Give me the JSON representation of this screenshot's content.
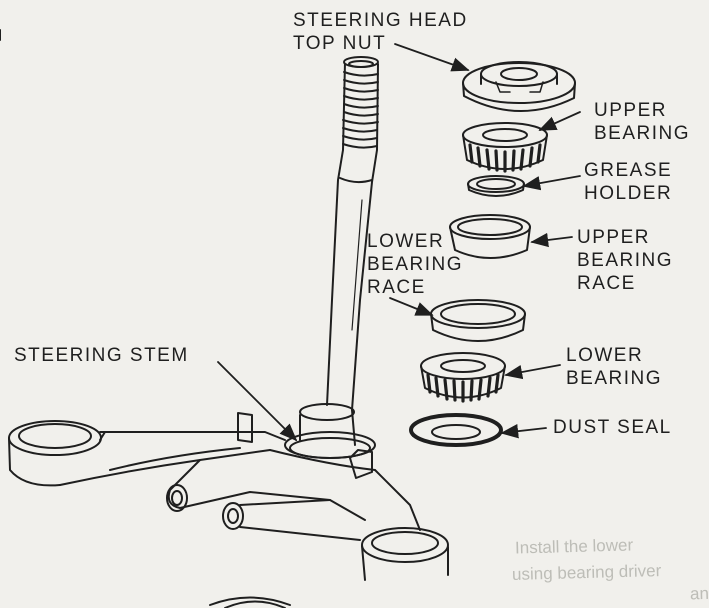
{
  "labels": {
    "steering_head_top_nut": {
      "line1": "STEERING HEAD",
      "line2": "TOP NUT"
    },
    "upper_bearing": {
      "line1": "UPPER",
      "line2": "BEARING"
    },
    "grease_holder": {
      "line1": "GREASE",
      "line2": "HOLDER"
    },
    "upper_bearing_race": {
      "line1": "UPPER",
      "line2": "BEARING",
      "line3": "RACE"
    },
    "lower_bearing_race": {
      "line1": "LOWER",
      "line2": "BEARING",
      "line3": "RACE"
    },
    "steering_stem": "STEERING STEM",
    "lower_bearing": {
      "line1": "LOWER",
      "line2": "BEARING"
    },
    "dust_seal": "DUST SEAL"
  },
  "background_text": {
    "line1": "Install the lower",
    "line2": "using bearing driver",
    "line3": "and"
  },
  "colors": {
    "ink": "#1f1f1f",
    "paper": "#f1f0ec",
    "faded": "#bdbdb7"
  }
}
